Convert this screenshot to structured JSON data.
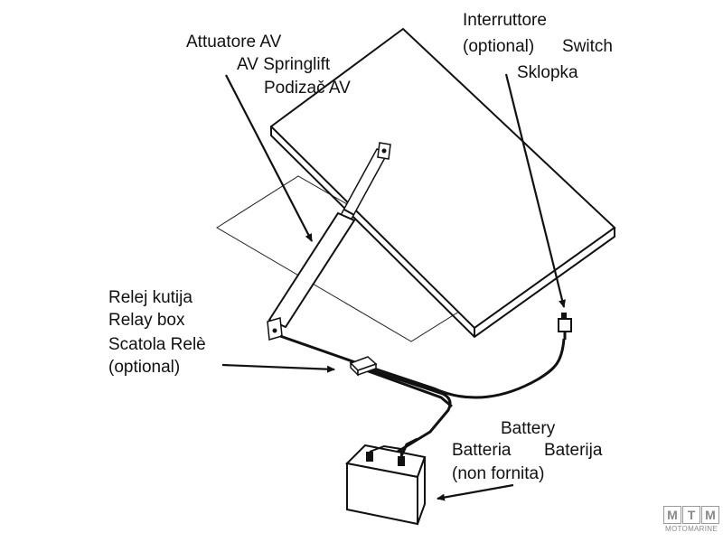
{
  "labels": {
    "actuator_it": "Attuatore AV",
    "actuator_en": "AV Springlift",
    "actuator_hr": "Podizač AV",
    "switch_it_1": "Interruttore",
    "switch_it_2": "(optional)",
    "switch_en": "Switch",
    "switch_hr": "Sklopka",
    "relay_hr": "Relej kutija",
    "relay_en": "Relay box",
    "relay_it": "Scatola Relè",
    "relay_opt": "(optional)",
    "battery_en": "Battery",
    "battery_it": "Batteria",
    "battery_hr": "Baterija",
    "battery_note": "(non fornita)"
  },
  "watermark": {
    "letters": [
      "M",
      "T",
      "M"
    ],
    "text": "MOTOMARINE"
  },
  "colors": {
    "line": "#111111",
    "watermark": "#8a8a8a"
  }
}
